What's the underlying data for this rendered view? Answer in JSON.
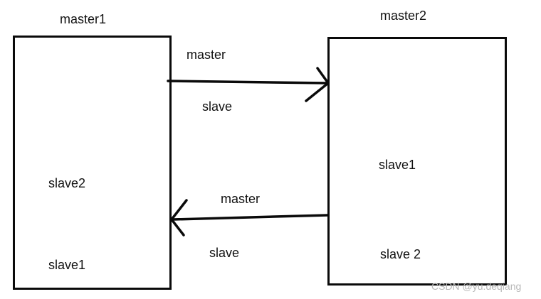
{
  "diagram": {
    "left": {
      "title": "master1",
      "items": [
        "slave2",
        "slave1"
      ]
    },
    "right": {
      "title": "master2",
      "items": [
        "slave1",
        "slave 2"
      ]
    },
    "top_link": {
      "upper_label": "master",
      "lower_label": "slave",
      "direction": "left-to-right"
    },
    "bottom_link": {
      "upper_label": "master",
      "lower_label": "slave",
      "direction": "right-to-left"
    }
  },
  "watermark": "CSDN @yu.deqiang"
}
